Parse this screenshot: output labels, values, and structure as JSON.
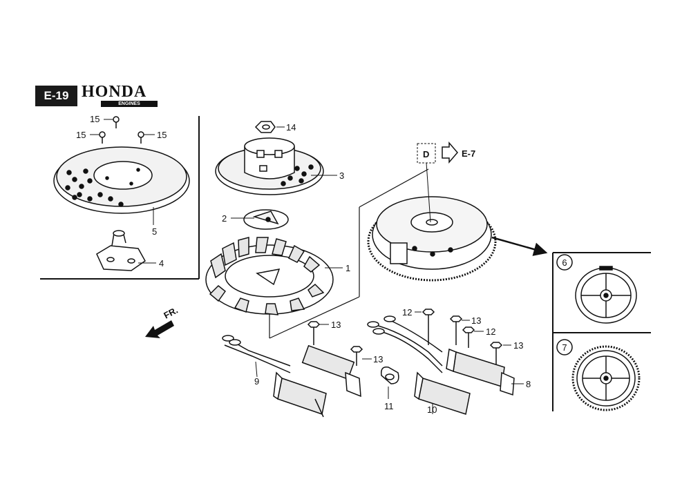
{
  "header": {
    "diagram_code": "E-19",
    "brand_name": "HONDA",
    "brand_sub": "ENGINES"
  },
  "references": {
    "ref_view": "E-7",
    "ref_box_letter": "D"
  },
  "direction": {
    "front_label": "FR."
  },
  "inset_views": [
    {
      "label": "6"
    },
    {
      "label": "7"
    }
  ],
  "callouts": {
    "c1": "1",
    "c2": "2",
    "c3": "3",
    "c4": "4",
    "c5": "5",
    "c8": "8",
    "c9": "9",
    "c10": "10",
    "c11": "11",
    "c12a": "12",
    "c12b": "12",
    "c13a": "13",
    "c13b": "13",
    "c13c": "13",
    "c13d": "13",
    "c14": "14",
    "c15a": "15",
    "c15b": "15",
    "c15c": "15"
  },
  "colors": {
    "ink": "#111111",
    "badge_bg": "#1a1a1a"
  }
}
